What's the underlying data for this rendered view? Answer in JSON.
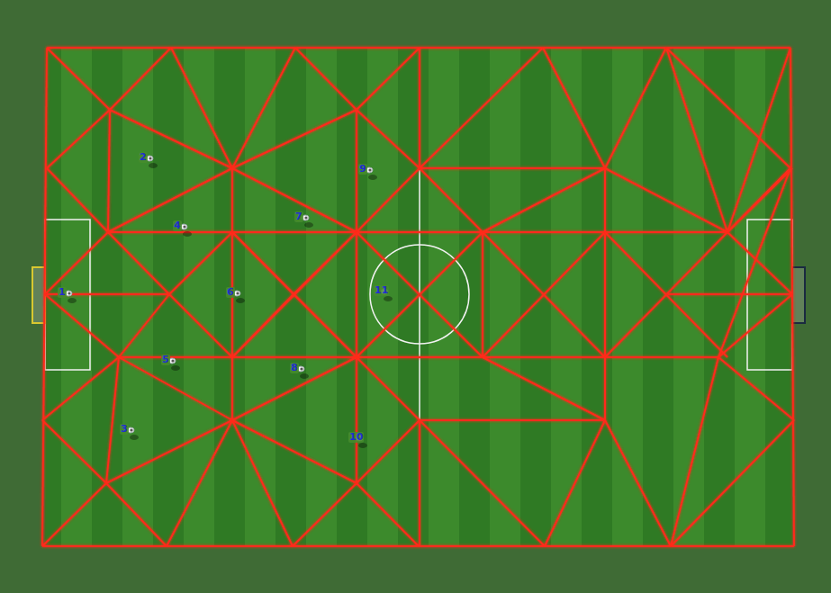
{
  "diagram": {
    "labels": [
      "2",
      "9",
      "7",
      "4",
      "1",
      "6",
      "11",
      "5",
      "8",
      "3",
      "10"
    ]
  }
}
